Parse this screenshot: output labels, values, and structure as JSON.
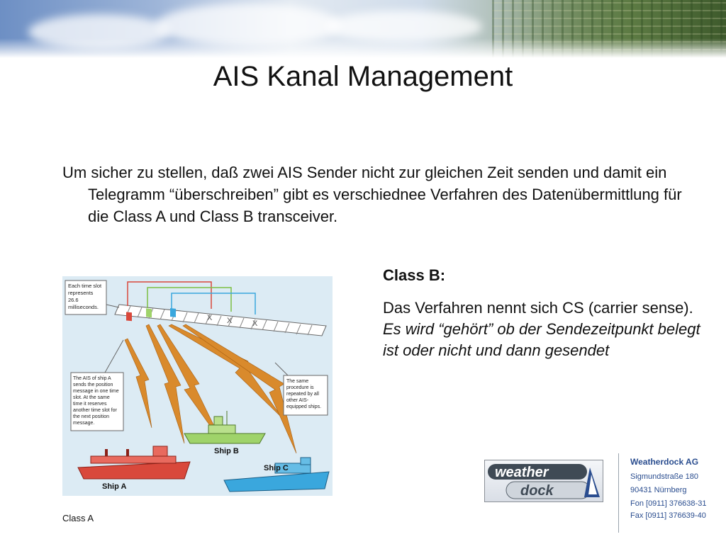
{
  "slide": {
    "title": "AIS Kanal Management",
    "intro": "Um sicher zu stellen, daß zwei AIS Sender nicht zur gleichen Zeit senden und damit ein Telegramm “überschreiben” gibt es verschiednee Verfahren des Datenübermittlung für die Class A und Class B transceiver.",
    "class_b": {
      "heading": "Class B:",
      "line1": "Das Verfahren nennt sich CS (carrier sense).",
      "line2": "Es wird “gehört” ob der Sendezeitpunkt belegt ist oder nicht und dann gesendet"
    },
    "figure": {
      "caption": "Class A",
      "callout_slot": [
        "Each time slot",
        "represents",
        "26.6",
        "milliseconds."
      ],
      "callout_shipA": [
        "The AIS of ship A",
        "sends the position",
        "message in one time",
        "slot. At the same",
        "time it reserves",
        "another time slot for",
        "the next position",
        "message."
      ],
      "callout_same": [
        "The same",
        "procedure is",
        "repeated by all",
        "other AIS-",
        "equipped ships."
      ],
      "ship_a": "Ship A",
      "ship_b": "Ship B",
      "ship_c": "Ship C"
    },
    "logo": {
      "top": "weather",
      "bottom": "dock"
    },
    "contact": {
      "company": "Weatherdock AG",
      "street": "Sigmundstraße 180",
      "city": "90431 Nürnberg",
      "fon": "Fon [0911] 376638-31",
      "fax": "Fax [0911] 376639-40"
    }
  },
  "colors": {
    "text": "#111111",
    "contact_blue": "#2a4d8f",
    "figure_bg": "#dcebf4",
    "ship_a": "#d9483b",
    "ship_b": "#9fd36a",
    "ship_c": "#3aa7dd",
    "lightning": "#d98a2c"
  }
}
